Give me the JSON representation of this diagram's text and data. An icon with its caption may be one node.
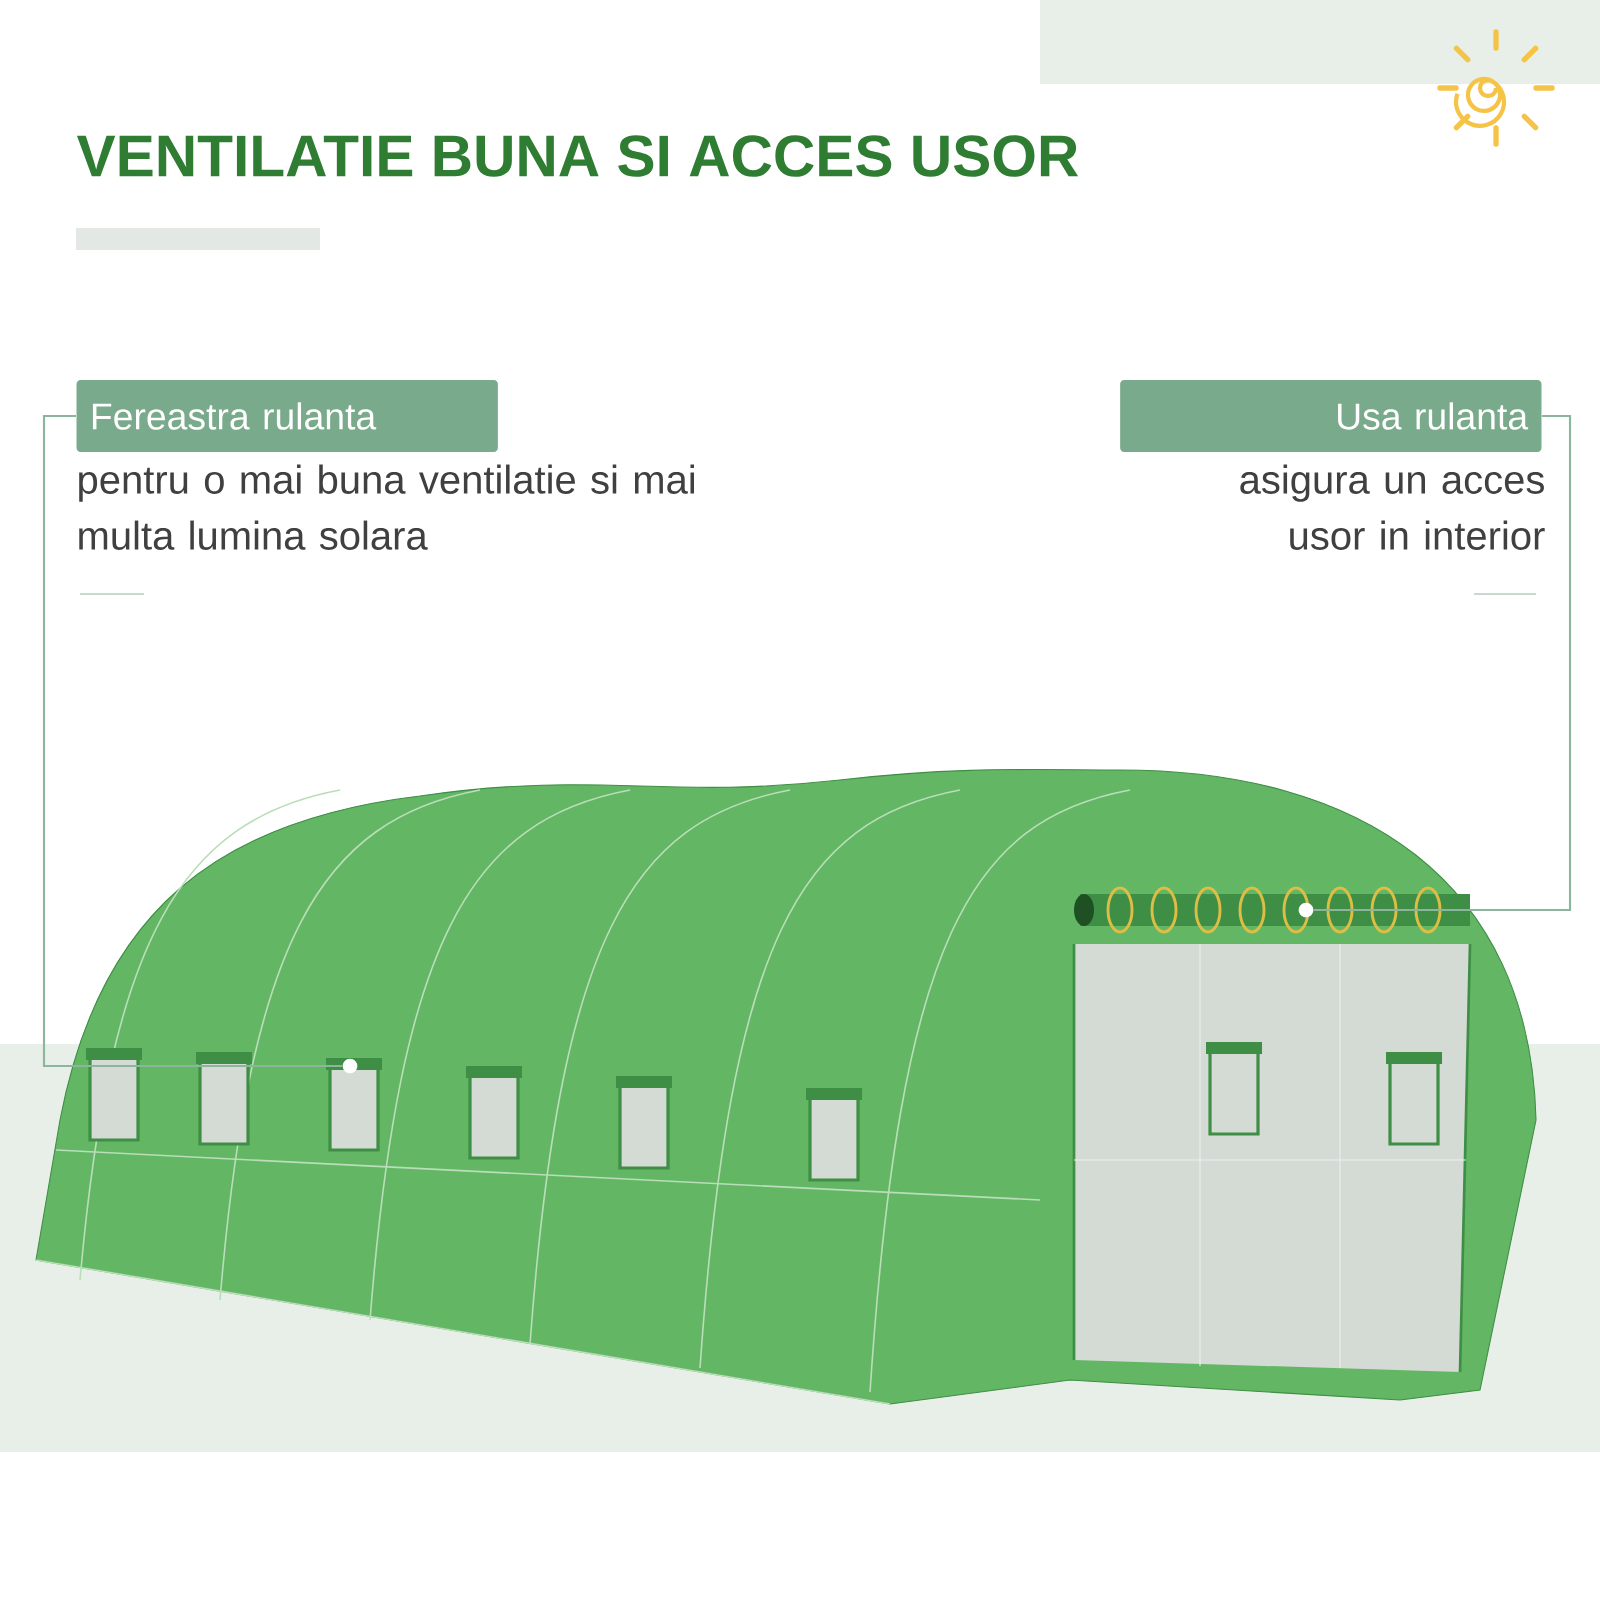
{
  "diagram": {
    "title": "VENTILATIE BUNA SI ACCES USOR",
    "nodes": [
      {
        "text": [
          "Fereastra rulanta"
        ],
        "beside": [
          "pentru o mai buna ventilatie si mai multa lumina solara"
        ]
      },
      {
        "text": [
          "Usa rulanta"
        ],
        "beside": [
          "asigura un acces usor in interior"
        ]
      },
      {
        "text": [],
        "shape": "circle"
      },
      {
        "text": [],
        "shape": "circle"
      }
    ],
    "edges": [
      {
        "from": 0,
        "to": 2,
        "arrow": "none"
      },
      {
        "from": 1,
        "to": 3,
        "arrow": "none"
      }
    ]
  }
}
